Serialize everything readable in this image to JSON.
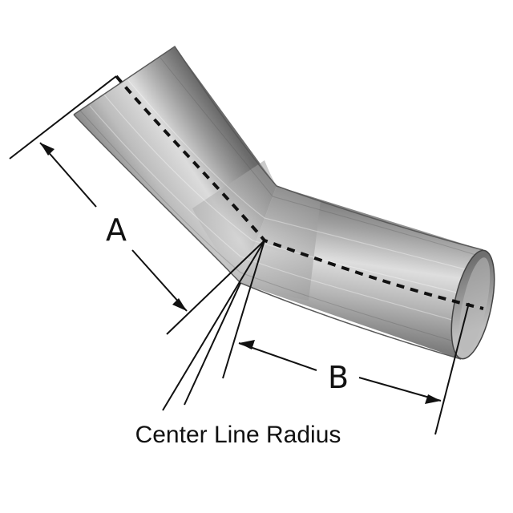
{
  "diagram": {
    "dimension_a_label": "A",
    "dimension_b_label": "B",
    "caption": "Center Line Radius"
  },
  "colors": {
    "background": "#ffffff",
    "line": "#111111",
    "pipe_light": "#d9d9d9",
    "pipe_mid": "#a8a8a8",
    "pipe_dark": "#6e6e6e"
  }
}
